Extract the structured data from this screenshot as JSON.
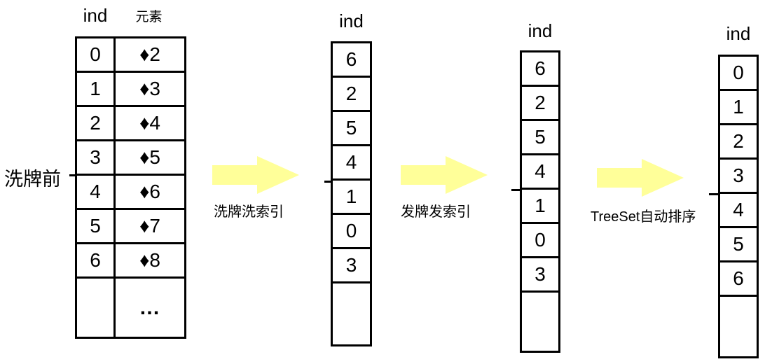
{
  "colors": {
    "arrow_fill": "#FFFF99",
    "border": "#000000",
    "text": "#000000",
    "background": "#FFFFFF"
  },
  "before_label": "洗牌前",
  "table1": {
    "header_ind": "ind",
    "header_element": "元素",
    "rows": [
      {
        "ind": "0",
        "el": "♦2"
      },
      {
        "ind": "1",
        "el": "♦3"
      },
      {
        "ind": "2",
        "el": "♦4"
      },
      {
        "ind": "3",
        "el": "♦5"
      },
      {
        "ind": "4",
        "el": "♦6"
      },
      {
        "ind": "5",
        "el": "♦7"
      },
      {
        "ind": "6",
        "el": "♦8"
      },
      {
        "ind": "",
        "el": "…"
      }
    ]
  },
  "arrow1": {
    "label": "洗牌洗索引"
  },
  "arrow2": {
    "label": "发牌发索引"
  },
  "arrow3": {
    "label": "TreeSet自动排序"
  },
  "col2": {
    "header": "ind",
    "cells": [
      "6",
      "2",
      "5",
      "4",
      "1",
      "0",
      "3",
      ""
    ]
  },
  "col3": {
    "header": "ind",
    "cells": [
      "6",
      "2",
      "5",
      "4",
      "1",
      "0",
      "3",
      ""
    ]
  },
  "col4": {
    "header": "ind",
    "cells": [
      "0",
      "1",
      "2",
      "3",
      "4",
      "5",
      "6",
      ""
    ]
  }
}
